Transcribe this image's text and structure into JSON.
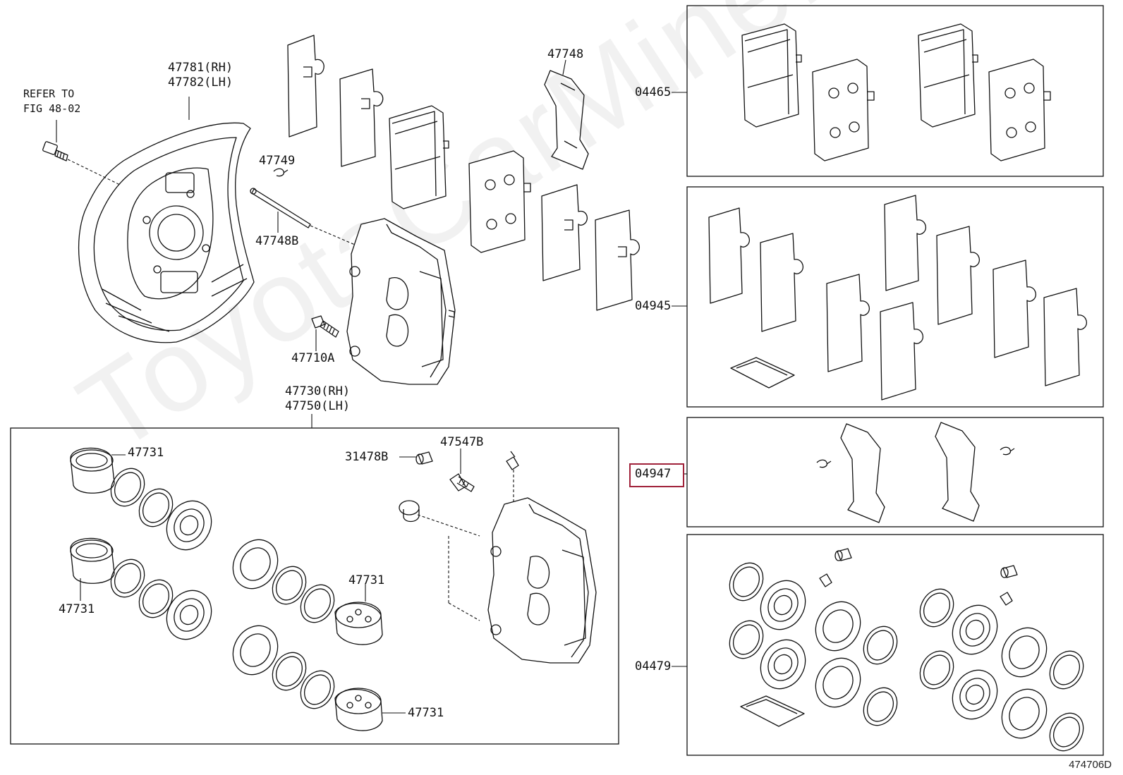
{
  "watermark": "ToyotaCarMine.ru",
  "diagram_id": "474706D",
  "highlight_color": "#a0223a",
  "labels": {
    "refer_to": "REFER TO",
    "fig_ref": "FIG 48-02",
    "shield_rh": "47781(RH)",
    "shield_lh": "47782(LH)",
    "pin_clip": "47749",
    "pin": "47748B",
    "spring": "47748",
    "bolt": "47710A",
    "caliper_rh": "47730(RH)",
    "caliper_lh": "47750(LH)",
    "piston_1": "47731",
    "piston_2": "47731",
    "piston_3": "47731",
    "piston_4": "47731",
    "cap": "31478B",
    "bleeder": "47547B",
    "kit_pads": "04465",
    "kit_shims": "04945",
    "kit_fitting": "04947",
    "kit_seals": "04479"
  }
}
